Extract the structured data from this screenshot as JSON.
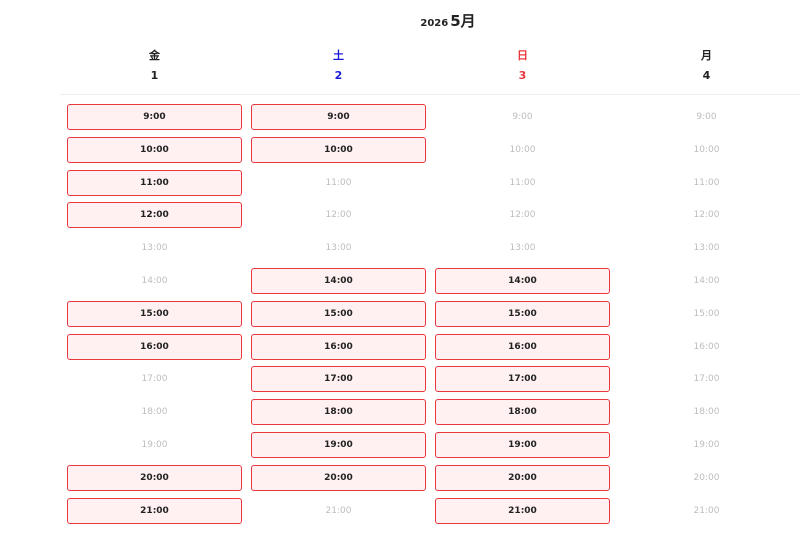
{
  "header": {
    "year": "2026",
    "month": "5月"
  },
  "colors": {
    "saturday": "#1a1ad6",
    "sunday": "#e8383d",
    "weekday": "#222222",
    "slot_border": "#e8383d",
    "slot_background": "#fff1f2",
    "unavailable_text": "#bdbdbd"
  },
  "days": [
    {
      "dow": "金",
      "date": "1",
      "type": "weekday",
      "slots": [
        {
          "time": "9:00",
          "available": true
        },
        {
          "time": "10:00",
          "available": true
        },
        {
          "time": "11:00",
          "available": true
        },
        {
          "time": "12:00",
          "available": true
        },
        {
          "time": "13:00",
          "available": false
        },
        {
          "time": "14:00",
          "available": false
        },
        {
          "time": "15:00",
          "available": true
        },
        {
          "time": "16:00",
          "available": true
        },
        {
          "time": "17:00",
          "available": false
        },
        {
          "time": "18:00",
          "available": false
        },
        {
          "time": "19:00",
          "available": false
        },
        {
          "time": "20:00",
          "available": true
        },
        {
          "time": "21:00",
          "available": true
        }
      ]
    },
    {
      "dow": "土",
      "date": "2",
      "type": "saturday",
      "slots": [
        {
          "time": "9:00",
          "available": true
        },
        {
          "time": "10:00",
          "available": true
        },
        {
          "time": "11:00",
          "available": false
        },
        {
          "time": "12:00",
          "available": false
        },
        {
          "time": "13:00",
          "available": false
        },
        {
          "time": "14:00",
          "available": true
        },
        {
          "time": "15:00",
          "available": true
        },
        {
          "time": "16:00",
          "available": true
        },
        {
          "time": "17:00",
          "available": true
        },
        {
          "time": "18:00",
          "available": true
        },
        {
          "time": "19:00",
          "available": true
        },
        {
          "time": "20:00",
          "available": true
        },
        {
          "time": "21:00",
          "available": false
        }
      ]
    },
    {
      "dow": "日",
      "date": "3",
      "type": "sunday",
      "slots": [
        {
          "time": "9:00",
          "available": false
        },
        {
          "time": "10:00",
          "available": false
        },
        {
          "time": "11:00",
          "available": false
        },
        {
          "time": "12:00",
          "available": false
        },
        {
          "time": "13:00",
          "available": false
        },
        {
          "time": "14:00",
          "available": true
        },
        {
          "time": "15:00",
          "available": true
        },
        {
          "time": "16:00",
          "available": true
        },
        {
          "time": "17:00",
          "available": true
        },
        {
          "time": "18:00",
          "available": true
        },
        {
          "time": "19:00",
          "available": true
        },
        {
          "time": "20:00",
          "available": true
        },
        {
          "time": "21:00",
          "available": true
        }
      ]
    },
    {
      "dow": "月",
      "date": "4",
      "type": "weekday",
      "slots": [
        {
          "time": "9:00",
          "available": false
        },
        {
          "time": "10:00",
          "available": false
        },
        {
          "time": "11:00",
          "available": false
        },
        {
          "time": "12:00",
          "available": false
        },
        {
          "time": "13:00",
          "available": false
        },
        {
          "time": "14:00",
          "available": false
        },
        {
          "time": "15:00",
          "available": false
        },
        {
          "time": "16:00",
          "available": false
        },
        {
          "time": "17:00",
          "available": false
        },
        {
          "time": "18:00",
          "available": false
        },
        {
          "time": "19:00",
          "available": false
        },
        {
          "time": "20:00",
          "available": false
        },
        {
          "time": "21:00",
          "available": false
        }
      ]
    }
  ]
}
